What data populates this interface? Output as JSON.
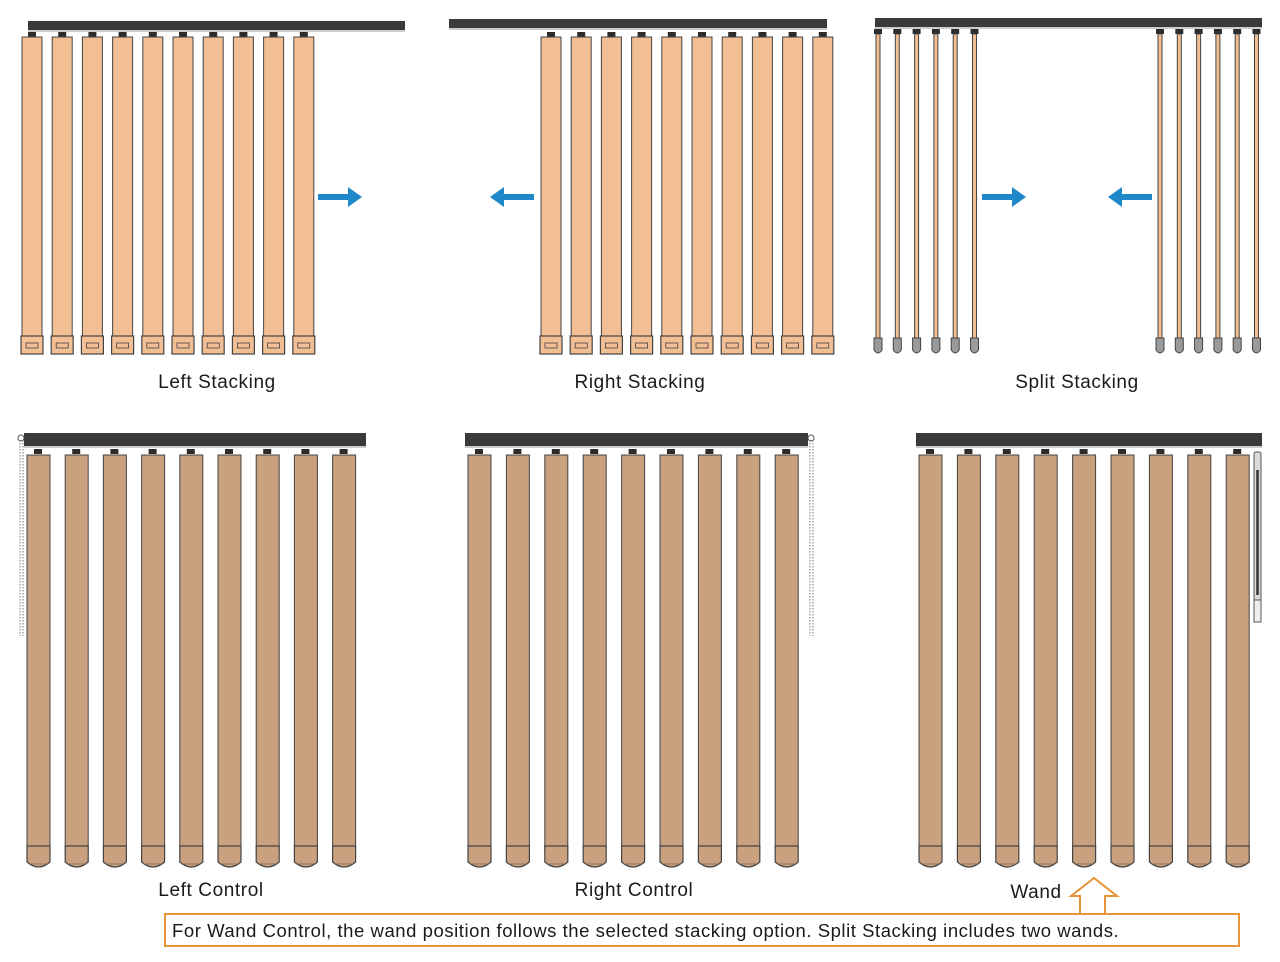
{
  "panels": [
    {
      "id": "left-stacking",
      "caption": "Left Stacking",
      "slats": 10,
      "style": "stacking",
      "arrows": [
        "right"
      ]
    },
    {
      "id": "right-stacking",
      "caption": "Right Stacking",
      "slats": 10,
      "style": "stacking",
      "arrows": [
        "left"
      ]
    },
    {
      "id": "split-stacking",
      "caption": "Split Stacking",
      "slats": 12,
      "style": "split",
      "arrows": [
        "right",
        "left"
      ]
    },
    {
      "id": "left-control",
      "caption": "Left Control",
      "slats": 9,
      "style": "control",
      "control": "chain-left"
    },
    {
      "id": "right-control",
      "caption": "Right Control",
      "slats": 9,
      "style": "control",
      "control": "chain-right"
    },
    {
      "id": "wand-control",
      "caption": "Wand",
      "slats": 9,
      "style": "control",
      "control": "wand-right"
    }
  ],
  "note": "For Wand Control, the wand position follows the selected stacking option. Split Stacking includes two wands.",
  "colors": {
    "stack_slat": "#f2be94",
    "control_slat": "#c9a17f",
    "rail": "#3a3a3a",
    "outline": "#444444",
    "arrow": "#1e88c8",
    "note_border": "#e8923a"
  },
  "icons": {
    "arrow": "arrow-icon",
    "wand_pointer": "up-arrow-outline-icon"
  }
}
